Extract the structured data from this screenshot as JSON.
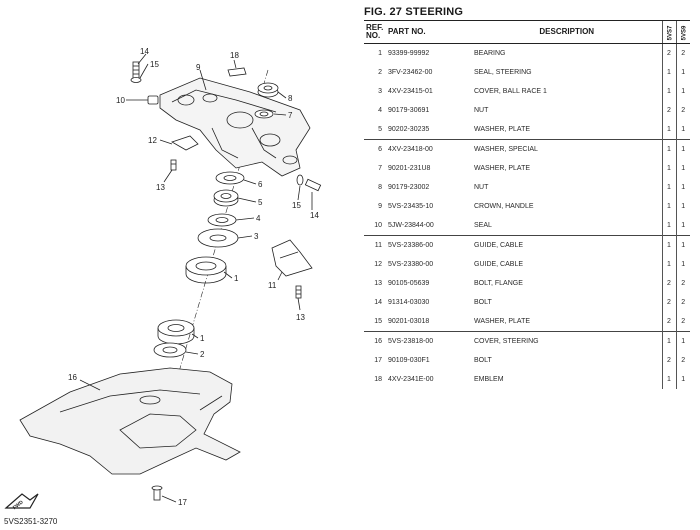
{
  "figure": {
    "title": "FIG. 27  STEERING",
    "drawing_code": "5VS2351-3270",
    "fwd_label": "FWD"
  },
  "table": {
    "headers": {
      "ref_line1": "REF.",
      "ref_line2": "NO.",
      "part_no": "PART NO.",
      "description": "DESCRIPTION",
      "model1": "5VS7",
      "model2": "5VS9"
    },
    "rows": [
      {
        "ref": "1",
        "part_no": "93399-99992",
        "desc": "BEARING",
        "q1": "2",
        "q2": "2",
        "group_start": false
      },
      {
        "ref": "2",
        "part_no": "3FV-23462-00",
        "desc": "SEAL, STEERING",
        "q1": "1",
        "q2": "1",
        "group_start": false
      },
      {
        "ref": "3",
        "part_no": "4XV-23415-01",
        "desc": "COVER, BALL RACE 1",
        "q1": "1",
        "q2": "1",
        "group_start": false
      },
      {
        "ref": "4",
        "part_no": "90179-30691",
        "desc": "NUT",
        "q1": "2",
        "q2": "2",
        "group_start": false
      },
      {
        "ref": "5",
        "part_no": "90202-30235",
        "desc": "WASHER, PLATE",
        "q1": "1",
        "q2": "1",
        "group_start": false
      },
      {
        "ref": "6",
        "part_no": "4XV-23418-00",
        "desc": "WASHER, SPECIAL",
        "q1": "1",
        "q2": "1",
        "group_start": true
      },
      {
        "ref": "7",
        "part_no": "90201-231U8",
        "desc": "WASHER, PLATE",
        "q1": "1",
        "q2": "1",
        "group_start": false
      },
      {
        "ref": "8",
        "part_no": "90179-23002",
        "desc": "NUT",
        "q1": "1",
        "q2": "1",
        "group_start": false
      },
      {
        "ref": "9",
        "part_no": "5VS-23435-10",
        "desc": "CROWN, HANDLE",
        "q1": "1",
        "q2": "1",
        "group_start": false
      },
      {
        "ref": "10",
        "part_no": "5JW-23844-00",
        "desc": "SEAL",
        "q1": "1",
        "q2": "1",
        "group_start": false
      },
      {
        "ref": "11",
        "part_no": "5VS-23386-00",
        "desc": "GUIDE, CABLE",
        "q1": "1",
        "q2": "1",
        "group_start": true
      },
      {
        "ref": "12",
        "part_no": "5VS-23380-00",
        "desc": "GUIDE, CABLE",
        "q1": "1",
        "q2": "1",
        "group_start": false
      },
      {
        "ref": "13",
        "part_no": "90105-05639",
        "desc": "BOLT, FLANGE",
        "q1": "2",
        "q2": "2",
        "group_start": false
      },
      {
        "ref": "14",
        "part_no": "91314-03030",
        "desc": "BOLT",
        "q1": "2",
        "q2": "2",
        "group_start": false
      },
      {
        "ref": "15",
        "part_no": "90201-03018",
        "desc": "WASHER, PLATE",
        "q1": "2",
        "q2": "2",
        "group_start": false
      },
      {
        "ref": "16",
        "part_no": "5VS-23818-00",
        "desc": "COVER, STEERING",
        "q1": "1",
        "q2": "1",
        "group_start": true
      },
      {
        "ref": "17",
        "part_no": "90109-030F1",
        "desc": "BOLT",
        "q1": "2",
        "q2": "2",
        "group_start": false
      },
      {
        "ref": "18",
        "part_no": "4XV-2341E-00",
        "desc": "EMBLEM",
        "q1": "1",
        "q2": "1",
        "group_start": false
      }
    ]
  },
  "callouts": {
    "c1": "1",
    "c2": "2",
    "c3": "3",
    "c4": "4",
    "c5": "5",
    "c6": "6",
    "c7": "7",
    "c8": "8",
    "c9": "9",
    "c10": "10",
    "c11": "11",
    "c12": "12",
    "c13a": "13",
    "c13b": "13",
    "c14a": "14",
    "c14b": "14",
    "c15a": "15",
    "c15b": "15",
    "c16": "16",
    "c17": "17",
    "c18": "18",
    "c1b": "1",
    "c2b": "2"
  }
}
